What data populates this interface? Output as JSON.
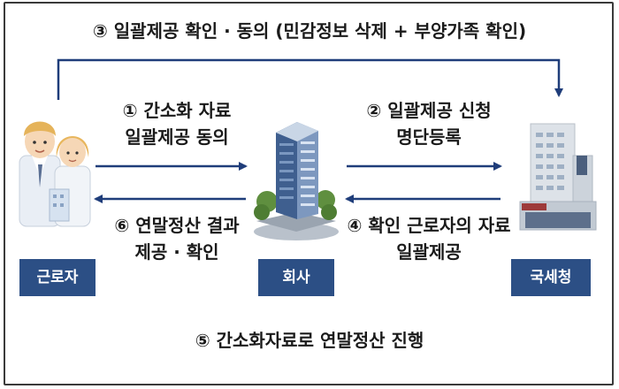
{
  "diagram": {
    "top_flow": "③ 일괄제공 확인 · 동의 (민감정보 삭제 + 부양가족 확인)",
    "step1": [
      "① 간소화 자료",
      "일괄제공 동의"
    ],
    "step2": [
      "② 일괄제공 신청",
      "명단등록"
    ],
    "step4": [
      "④ 확인 근로자의 자료",
      "일괄제공"
    ],
    "step6": [
      "⑥ 연말정산 결과",
      "제공 · 확인"
    ],
    "step5": "⑤  간소화자료로 연말정산 진행",
    "nodes": {
      "worker": "근로자",
      "company": "회사",
      "nts": "국세청"
    },
    "colors": {
      "arrow": "#1f3d7a",
      "box": "#2c4f85"
    },
    "icons": {
      "worker": "people-icon",
      "company": "office-building-icon",
      "nts": "government-building-icon"
    }
  }
}
